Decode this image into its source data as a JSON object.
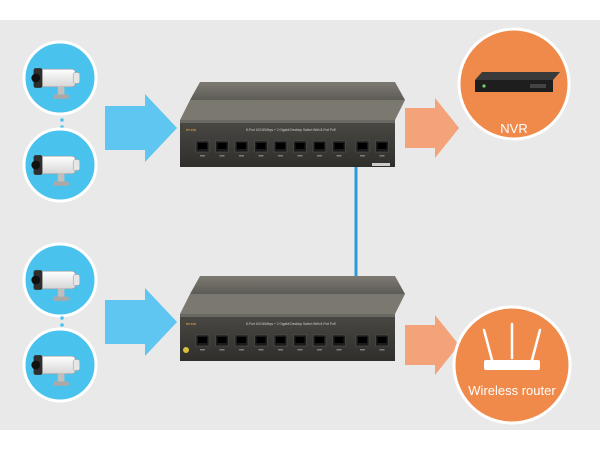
{
  "nvr": {
    "label": "NVR",
    "color": "#f08a4b"
  },
  "router": {
    "label": "Wireless router",
    "color": "#f08a4b"
  },
  "camera_circle_color": "#49c3ee",
  "arrow_left_color": "#5ec6f0",
  "arrow_right_color": "#f3a27a",
  "uplink_cable_color": "#2a9bd9",
  "switch": {
    "brand": "tenda",
    "model_text": "8-Port 10/100Mbps + 2 Gigabit Desktop Switch With 8-Port PoE",
    "port_count": 10
  },
  "icons": [
    "ip-camera-icon",
    "nvr-icon",
    "wireless-router-icon",
    "poe-switch-icon",
    "arrow-icon"
  ]
}
